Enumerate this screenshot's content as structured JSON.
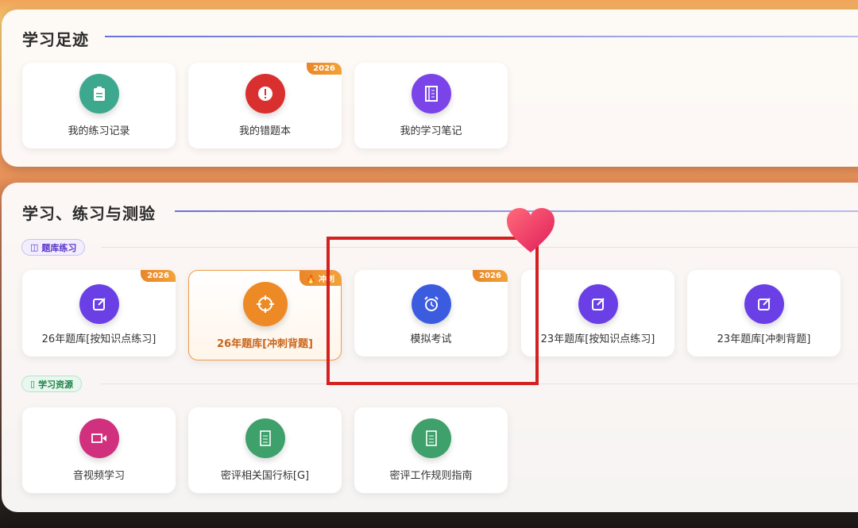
{
  "footprint": {
    "title": "学习足迹",
    "items": [
      {
        "label": "我的练习记录",
        "icon": "clipboard-icon",
        "color": "#3ea88e"
      },
      {
        "label": "我的错题本",
        "icon": "alert-icon",
        "color": "#d9302f",
        "badge": "2026"
      },
      {
        "label": "我的学习笔记",
        "icon": "notebook-icon",
        "color": "#7a44e8"
      }
    ]
  },
  "study": {
    "title": "学习、练习与测验",
    "bank": {
      "pill": "题库练习",
      "items": [
        {
          "label": "26年题库[按知识点练习]",
          "icon": "edit-icon",
          "color": "#6a40e6",
          "badge": "2026"
        },
        {
          "label": "26年题库[冲刺背题]",
          "icon": "target-icon",
          "color": "#ee8a26",
          "badge": "冲刺",
          "highlighted": true
        },
        {
          "label": "模拟考试",
          "icon": "alarm-clock-icon",
          "color": "#3c5ce0",
          "badge": "2026"
        },
        {
          "label": "23年题库[按知识点练习]",
          "icon": "edit-icon",
          "color": "#6a40e6"
        },
        {
          "label": "23年题库[冲刺背题]",
          "icon": "edit-icon",
          "color": "#6a40e6"
        }
      ]
    },
    "resources": {
      "pill": "学习资源",
      "items": [
        {
          "label": "音视频学习",
          "icon": "video-icon",
          "color": "#d0307e"
        },
        {
          "label": "密评相关国行标[G]",
          "icon": "document-icon",
          "color": "#3ea06a"
        },
        {
          "label": "密评工作规则指南",
          "icon": "document-icon",
          "color": "#3ea06a"
        }
      ]
    }
  },
  "annotation": {
    "highlight_color": "#d42020",
    "sticker": "heart-icon"
  }
}
